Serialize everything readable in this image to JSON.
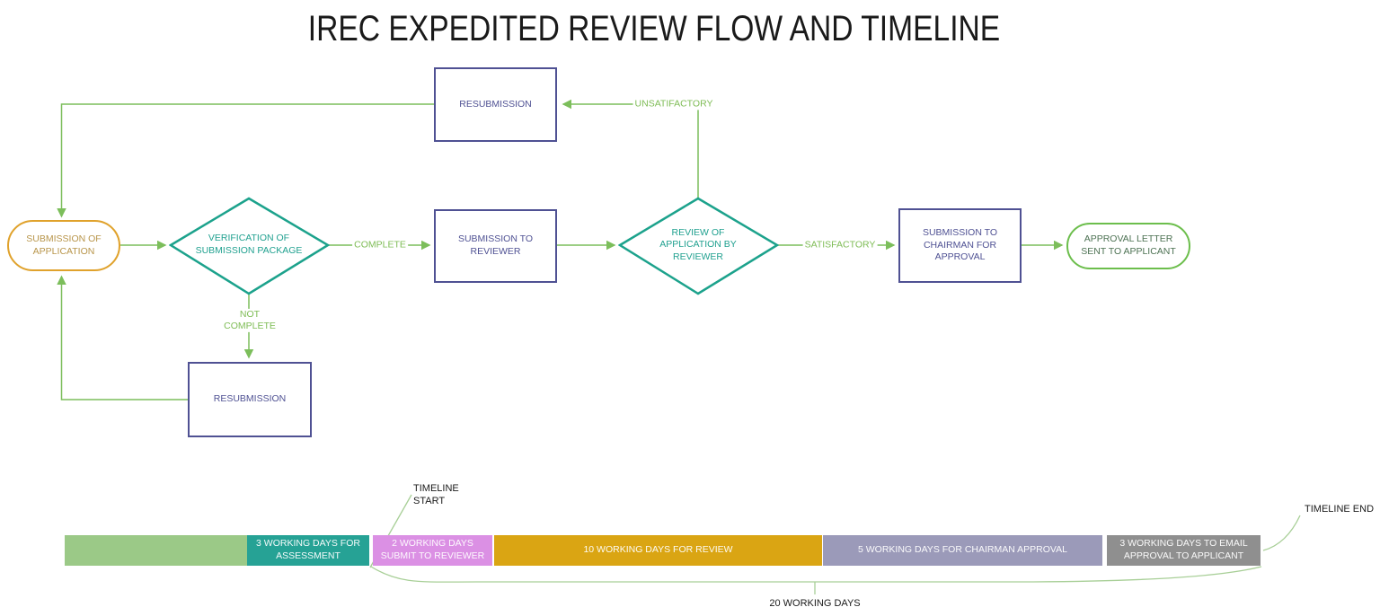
{
  "title": "IREC EXPEDITED REVIEW FLOW AND TIMELINE",
  "flowchart": {
    "nodes": {
      "submission": {
        "label": "SUBMISSION OF APPLICATION",
        "shape": "stadium",
        "border_color": "#E0A22C",
        "text_color": "#B8954A"
      },
      "verification": {
        "label": "VERIFICATION OF SUBMISSION PACKAGE",
        "shape": "diamond",
        "border_color": "#1CA28C",
        "text_color": "#21A190"
      },
      "resubmission_top": {
        "label": "RESUBMISSION",
        "shape": "rectangle",
        "border_color": "#4F5193",
        "text_color": "#4F5193"
      },
      "submission_reviewer": {
        "label": "SUBMISSION TO REVIEWER",
        "shape": "rectangle",
        "border_color": "#4F5193",
        "text_color": "#4F5193"
      },
      "review": {
        "label": "REVIEW OF APPLICATION BY REVIEWER",
        "shape": "diamond",
        "border_color": "#1CA28C",
        "text_color": "#21A190"
      },
      "chairman": {
        "label": "SUBMISSION TO CHAIRMAN FOR APPROVAL",
        "shape": "rectangle",
        "border_color": "#4F5193",
        "text_color": "#4F5193"
      },
      "approval": {
        "label": "APPROVAL LETTER SENT TO APPLICANT",
        "shape": "stadium",
        "border_color": "#6CBE4C",
        "text_color": "#4D7253"
      },
      "resubmission_bottom": {
        "label": "RESUBMISSION",
        "shape": "rectangle",
        "border_color": "#4F5193",
        "text_color": "#4F5193"
      }
    },
    "edge_labels": {
      "complete": "COMPLETE",
      "not_complete": "NOT COMPLETE",
      "satisfactory": "SATISFACTORY",
      "unsatisfactory": "UNSATIFACTORY"
    },
    "colors": {
      "arrow": "#7CBE5B",
      "edge_label_text": "#7EBC55",
      "callout": "#A8CF97"
    }
  },
  "timeline": {
    "segments": [
      {
        "label": "",
        "color": "#9BC987"
      },
      {
        "label": "3 WORKING DAYS FOR ASSESSMENT",
        "color": "#26A295"
      },
      {
        "label": "2 WORKING DAYS SUBMIT TO REVIEWER",
        "color": "#DB90E4"
      },
      {
        "label": "10 WORKING DAYS FOR REVIEW",
        "color": "#DAA513"
      },
      {
        "label": "5 WORKING DAYS FOR CHAIRMAN APPROVAL",
        "color": "#9B9AB9"
      },
      {
        "label": "3 WORKING DAYS TO EMAIL APPROVAL TO APPLICANT",
        "color": "#8F8F8F"
      }
    ],
    "start_label": "TIMELINE START",
    "end_label": "TIMELINE END",
    "total_label": "20 WORKING DAYS"
  }
}
